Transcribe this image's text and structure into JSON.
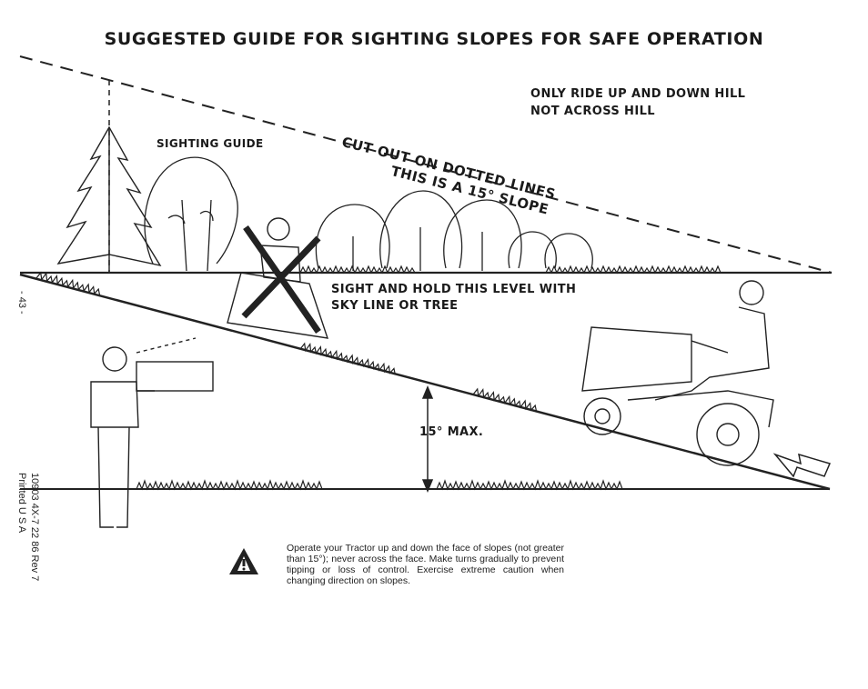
{
  "title": "SUGGESTED GUIDE FOR SIGHTING SLOPES FOR SAFE OPERATION",
  "labels": {
    "ride_line1": "ONLY RIDE UP AND DOWN HILL",
    "ride_line2": "NOT ACROSS HILL",
    "sighting_guide": "SIGHTING GUIDE",
    "cut_out": "CUT OUT ON DOTTED LINES",
    "slope_note": "THIS IS A 15° SLOPE",
    "sight_line1": "SIGHT AND HOLD THIS LEVEL WITH",
    "sight_line2": "SKY LINE OR TREE",
    "max": "15° MAX."
  },
  "warning": {
    "icon": "warning-triangle-icon",
    "text": "Operate your Tractor up and down the face of slopes (not greater than 15°); never across the face. Make turns gradually to prevent tipping or loss of control. Exercise extreme caution when changing direction on slopes."
  },
  "side_info": {
    "page_number": "- 43 -",
    "part_number": "10903 4X-7  22  86  Rev  7",
    "printed": "Printed U S A"
  }
}
